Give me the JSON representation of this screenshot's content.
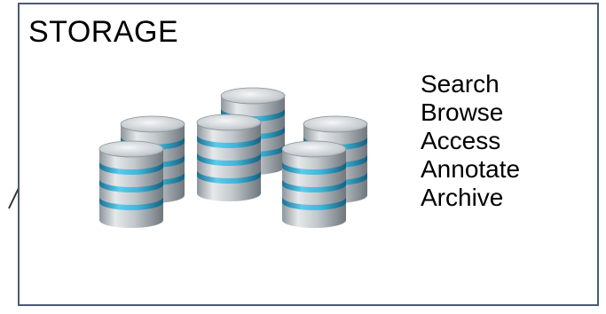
{
  "box": {
    "title": "STORAGE"
  },
  "actions": [
    "Search",
    "Browse",
    "Access",
    "Annotate",
    "Archive"
  ],
  "colors": {
    "border": "#4a5a75",
    "disk_top": "#d9dde0",
    "disk_band": "#3fb6d8",
    "disk_band_dark": "#1e7fa8",
    "disk_metal": "#b8bec3"
  },
  "icons": {
    "databases": "database-stack-icon"
  }
}
